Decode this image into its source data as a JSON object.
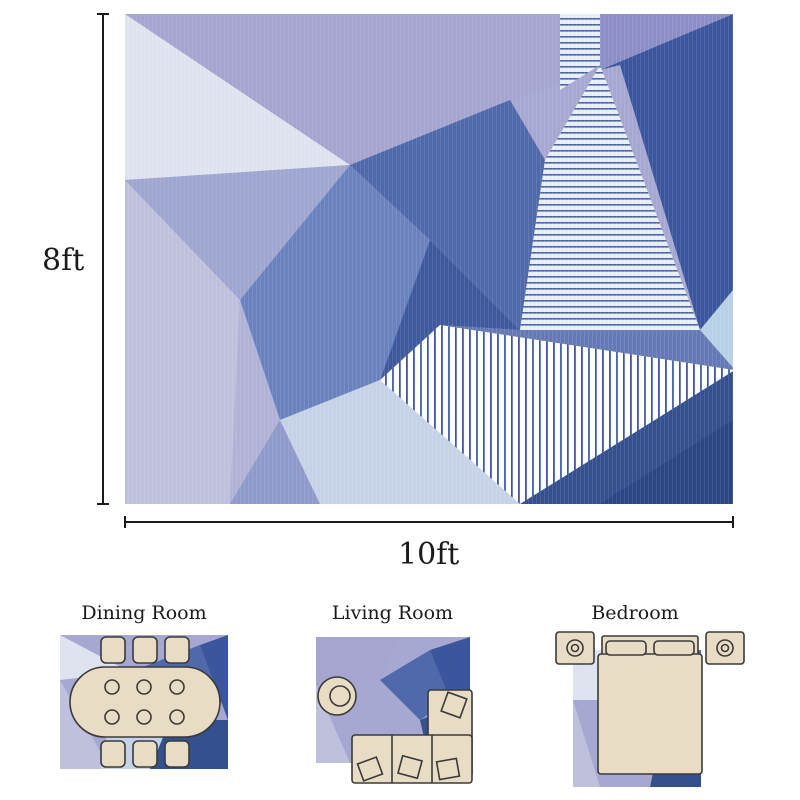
{
  "dimensions": {
    "height_label": "8ft",
    "width_label": "10ft"
  },
  "rooms": [
    {
      "label": "Dining Room"
    },
    {
      "label": "Living Room"
    },
    {
      "label": "Bedroom"
    }
  ],
  "colors": {
    "lavender": "#a6a8d2",
    "pale": "#dde3f0",
    "mid_blue": "#6f86c0",
    "deep_blue": "#3e5a9e",
    "navy": "#2c4387",
    "sky": "#b4cbe3",
    "furniture_fill": "#e9dcc4",
    "furniture_line": "#3a3a3a"
  }
}
